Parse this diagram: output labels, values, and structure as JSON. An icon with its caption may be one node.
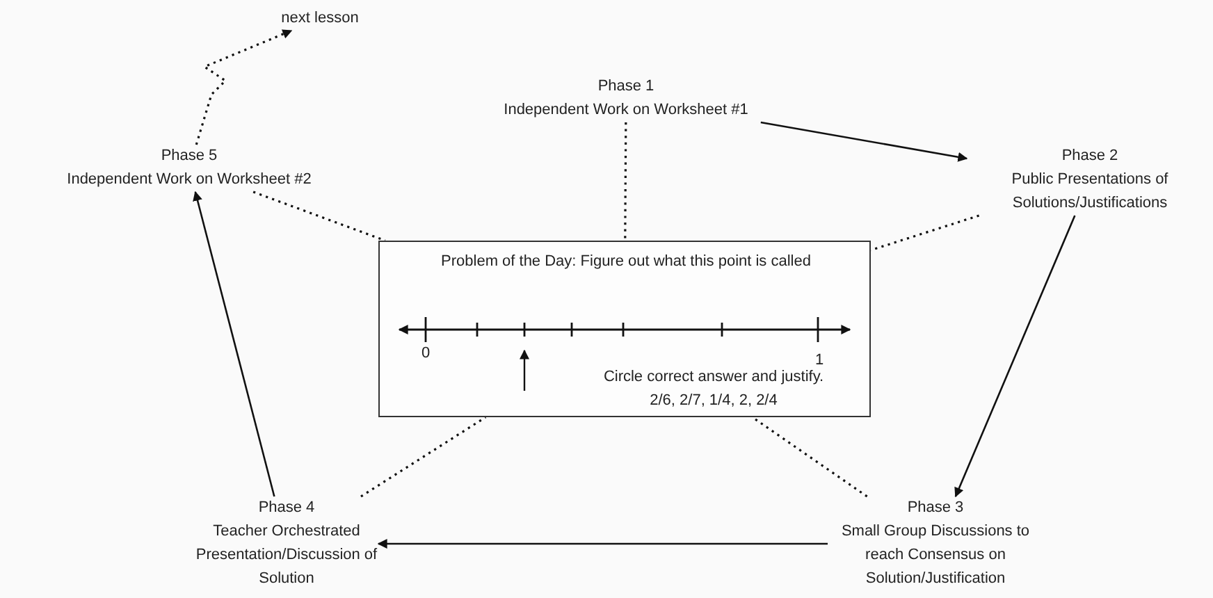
{
  "diagram": {
    "nodes": [
      {
        "text": [
          "next lesson"
        ]
      },
      {
        "text": [
          "Phase 1",
          "Independent Work on Worksheet #1"
        ]
      },
      {
        "text": [
          "Phase 5",
          "Independent Work on Worksheet #2"
        ]
      },
      {
        "text": [
          "Phase 2",
          "Public Presentations of Solutions/Justifications"
        ]
      },
      {
        "text": [
          "Problem of the Day: Figure out what this point is called",
          "0",
          "1",
          "Circle correct answer and justify.",
          "2/6, 2/7, 1/4, 2, 2/4"
        ]
      },
      {
        "text": [
          "Phase 4",
          "Teacher Orchestrated Presentation/Discussion of Solution"
        ]
      },
      {
        "text": [
          "Phase 3",
          "Small Group Discussions to reach Consensus on Solution/Justification"
        ]
      }
    ],
    "edges": [
      {
        "from": 1,
        "to": 3,
        "arrow": "to"
      },
      {
        "from": 3,
        "to": 6,
        "arrow": "to"
      },
      {
        "from": 6,
        "to": 5,
        "arrow": "to"
      },
      {
        "from": 5,
        "to": 2,
        "arrow": "to"
      },
      {
        "from": 2,
        "to": 0,
        "arrow": "to",
        "style": "dashed"
      },
      {
        "from": 1,
        "to": 4,
        "arrow": "none",
        "style": "dashed"
      },
      {
        "from": 2,
        "to": 4,
        "arrow": "none",
        "style": "dashed"
      },
      {
        "from": 3,
        "to": 4,
        "arrow": "none",
        "style": "dashed"
      },
      {
        "from": 5,
        "to": 4,
        "arrow": "none",
        "style": "dashed"
      },
      {
        "from": 6,
        "to": 4,
        "arrow": "none",
        "style": "dashed"
      }
    ]
  }
}
